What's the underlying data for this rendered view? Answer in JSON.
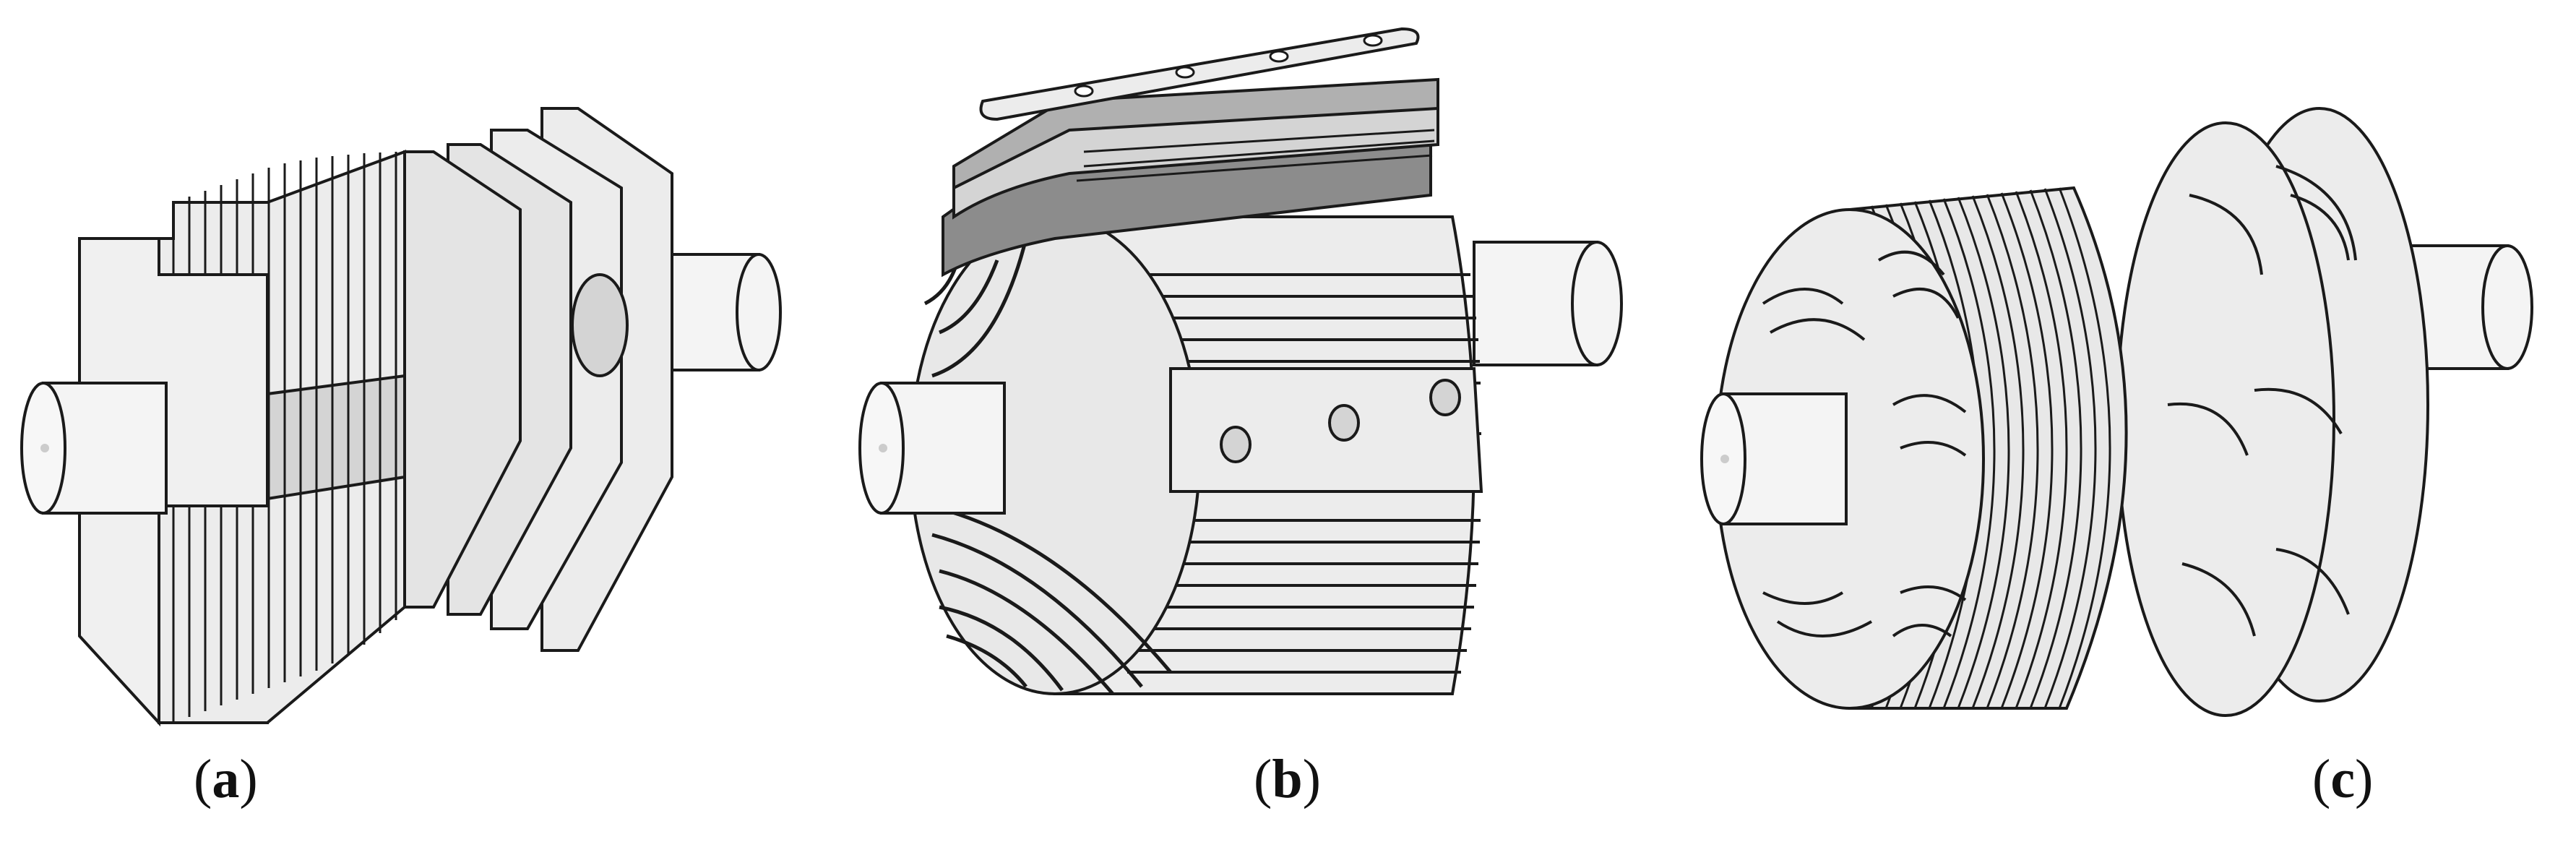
{
  "panels": [
    {
      "id": "a",
      "caption_open": "(",
      "caption_letter": "a",
      "caption_close": ")"
    },
    {
      "id": "b",
      "caption_open": "(",
      "caption_letter": "b",
      "caption_close": ")"
    },
    {
      "id": "c",
      "caption_open": "(",
      "caption_letter": "c",
      "caption_close": ")"
    }
  ],
  "colors": {
    "stroke": "#1a1a1a",
    "fill_light": "#ececec",
    "fill_mid": "#d4d4d4",
    "fill_dark": "#8c8c8c",
    "fill_shaft": "#f4f4f4"
  }
}
